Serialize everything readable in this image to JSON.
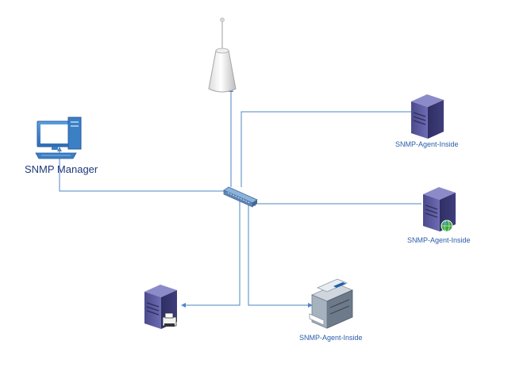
{
  "colors": {
    "link": "#4f86c6",
    "label_blue": "#2a5caa",
    "manager_label": "#1f3a78",
    "server_purple": "#5b5a9e",
    "monitor_blue": "#3b7fc4"
  },
  "nodes": {
    "manager": {
      "label": "SNMP Manager",
      "icon": "desktop-computer-icon"
    },
    "access_point": {
      "label": "",
      "icon": "wireless-access-point-icon"
    },
    "switch": {
      "label": "",
      "icon": "network-switch-icon"
    },
    "server_top": {
      "label": "SNMP-Agent-Inside",
      "icon": "server-icon"
    },
    "server_web": {
      "label": "SNMP-Agent-Inside",
      "icon": "web-server-icon"
    },
    "printer": {
      "label": "SNMP-Agent-Inside",
      "icon": "multifunction-printer-icon"
    },
    "print_server": {
      "label": "",
      "icon": "print-server-icon"
    }
  }
}
